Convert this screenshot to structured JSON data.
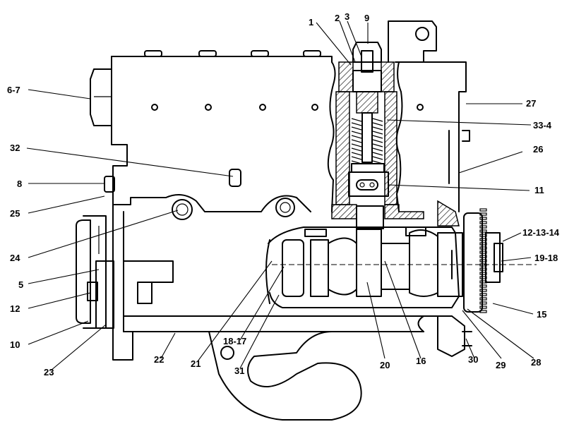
{
  "callouts": {
    "c1": "1",
    "c2": "2",
    "c3": "3",
    "c9": "9",
    "c6_7": "6-7",
    "c27": "27",
    "c32": "32",
    "c33_4": "33-4",
    "c26": "26",
    "c8": "8",
    "c11": "11",
    "c25": "25",
    "c12_13_14": "12-13-14",
    "c24": "24",
    "c19_18": "19-18",
    "c5": "5",
    "c12": "12",
    "c15": "15",
    "c10": "10",
    "c18_17": "18-17",
    "c23": "23",
    "c22": "22",
    "c21": "21",
    "c31": "31",
    "c20": "20",
    "c16": "16",
    "c30": "30",
    "c29": "29",
    "c28": "28"
  },
  "colors": {
    "ink": "#000000",
    "paper": "#ffffff"
  }
}
